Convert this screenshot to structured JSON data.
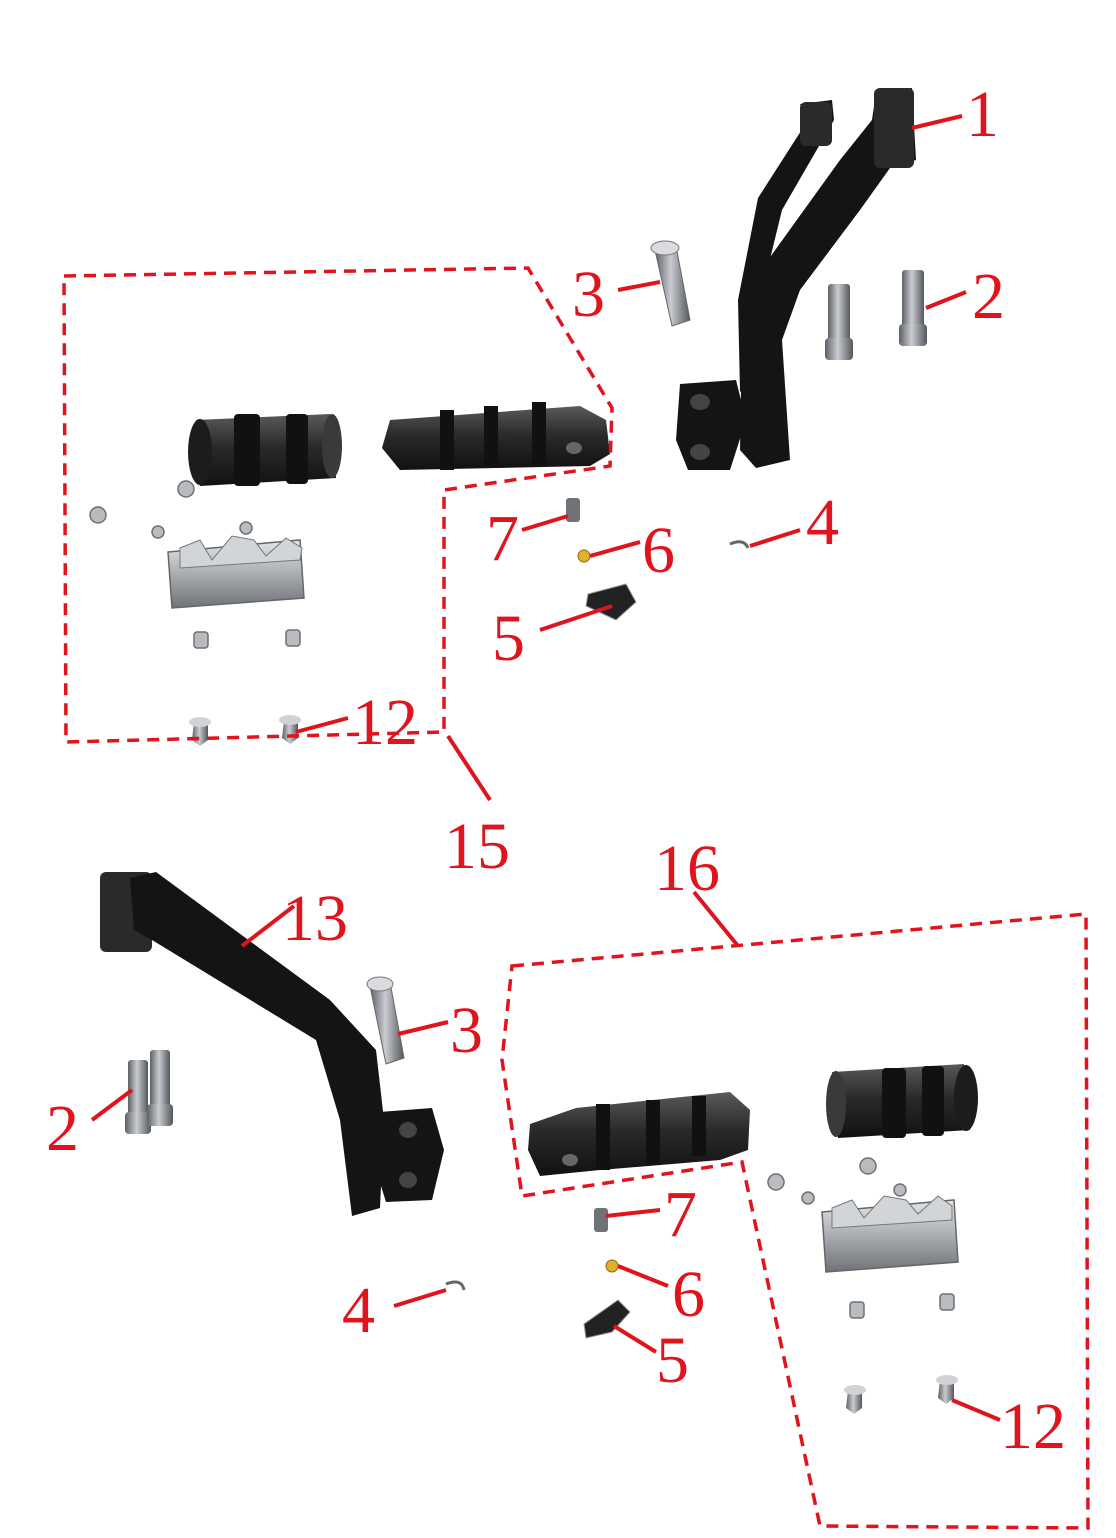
{
  "callouts": {
    "c1": "1",
    "c2a": "2",
    "c2b": "2",
    "c3a": "3",
    "c3b": "3",
    "c4a": "4",
    "c4b": "4",
    "c5a": "5",
    "c5b": "5",
    "c6a": "6",
    "c6b": "6",
    "c7a": "7",
    "c7b": "7",
    "c12a": "12",
    "c12b": "12",
    "c13": "13",
    "c15": "15",
    "c16": "16"
  },
  "colors": {
    "callout": "#e0141c",
    "bracket": "#141414",
    "rubber": "#232323",
    "steel": "#b9bcbf",
    "ball": "#e2b12c"
  }
}
